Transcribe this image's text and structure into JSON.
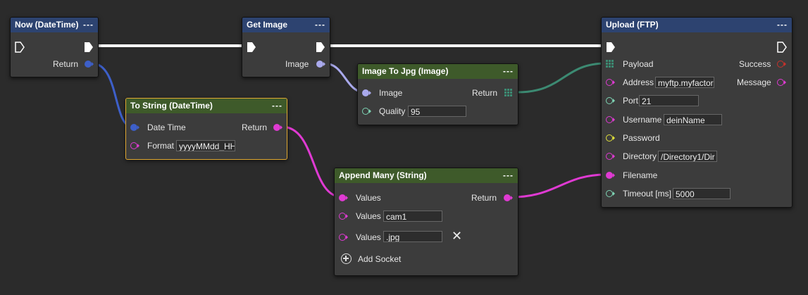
{
  "nodes": {
    "now": {
      "title": "Now (DateTime)",
      "menu": "---",
      "return_label": "Return"
    },
    "get_image": {
      "title": "Get Image",
      "menu": "---",
      "image_label": "Image"
    },
    "image_to_jpg": {
      "title": "Image To Jpg (Image)",
      "menu": "---",
      "image_label": "Image",
      "return_label": "Return",
      "quality_label": "Quality",
      "quality_value": "95"
    },
    "to_string": {
      "title": "To String (DateTime)",
      "menu": "---",
      "datetime_label": "Date Time",
      "return_label": "Return",
      "format_label": "Format",
      "format_value": "yyyyMMdd_HH"
    },
    "append_many": {
      "title": "Append Many (String)",
      "menu": "---",
      "values_label": "Values",
      "return_label": "Return",
      "values2_label": "Values",
      "values2_value": "cam1",
      "values3_label": "Values",
      "values3_value": ".jpg",
      "remove_glyph": "✕",
      "add_socket_label": "Add Socket"
    },
    "upload": {
      "title": "Upload (FTP)",
      "menu": "---",
      "payload_label": "Payload",
      "success_label": "Success",
      "address_label": "Address",
      "address_value": "myftp.myfactor",
      "message_label": "Message",
      "port_label": "Port",
      "port_value": "21",
      "username_label": "Username",
      "username_value": "deinName",
      "password_label": "Password",
      "directory_label": "Directory",
      "directory_value": "/Directory1/Dir",
      "filename_label": "Filename",
      "timeout_label": "Timeout [ms]",
      "timeout_value": "5000"
    }
  },
  "colors": {
    "background": "#2b2b2b",
    "exec": "#ffffff",
    "datetime": "#3d5fc9",
    "image": "#a9a9ec",
    "bytes": "#3c8a72",
    "string": "#e03ad3",
    "number": "#7ed4b4",
    "password": "#e1e13a",
    "bool": "#c8322b",
    "selected_border": "#e0a832"
  },
  "icons": {
    "exec_pin": "exec-arrow-icon",
    "bytes_pin": "grid-icon",
    "remove": "close-icon",
    "add": "plus-circle-icon"
  }
}
